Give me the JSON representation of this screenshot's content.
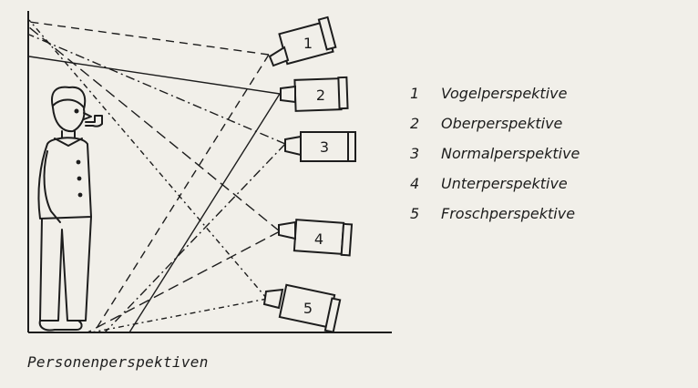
{
  "cameras": [
    {
      "number": "1",
      "label": "Vogelperspektive"
    },
    {
      "number": "2",
      "label": "Oberperspektive"
    },
    {
      "number": "3",
      "label": "Normalperspektive"
    },
    {
      "number": "4",
      "label": "Unterperspektive"
    },
    {
      "number": "5",
      "label": "Froschperspektive"
    }
  ],
  "caption": "Personenperspektiven",
  "colors": {
    "ink": "#1d1d1d",
    "paper": "#f1efe9"
  }
}
